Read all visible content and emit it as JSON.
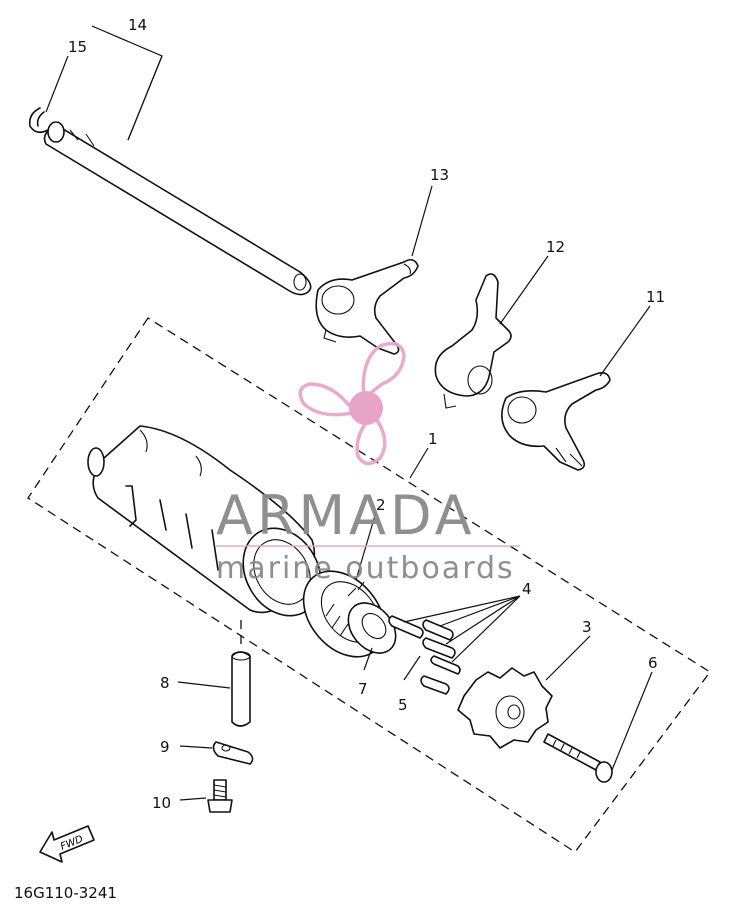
{
  "diagram": {
    "part_code": "16G110-3241",
    "fwd_label": "FWD",
    "callouts": [
      "1",
      "2",
      "3",
      "4",
      "5",
      "6",
      "7",
      "8",
      "9",
      "10",
      "11",
      "12",
      "13",
      "14",
      "15"
    ]
  },
  "watermark": {
    "brand": "ARMADA",
    "tagline": "marine outboards",
    "brand_color": "#8a8a8a",
    "logo_color": "#e9a6c8",
    "logo_center_color": "#e7a0c6"
  }
}
